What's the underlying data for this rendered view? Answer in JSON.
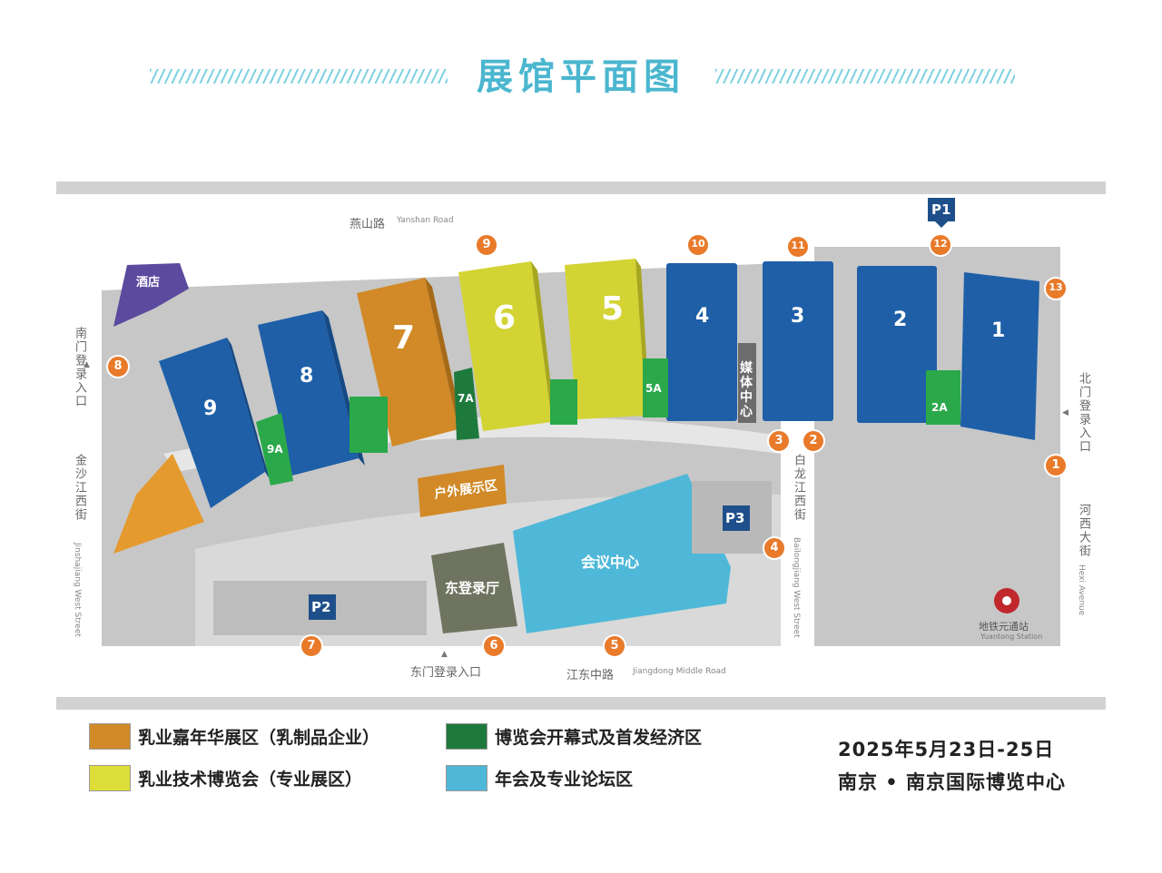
{
  "title": "展馆平面图",
  "roads": {
    "north_cn": "燕山路",
    "north_en": "Yanshan Road",
    "south_cn": "江东中路",
    "south_en": "Jiangdong Middle Road",
    "west_cn": "金沙江西街",
    "west_en": "Jinshajiang West Street",
    "middle_cn": "白龙江西街",
    "middle_en": "Bailongjiang West Street",
    "east_cn": "河西大街",
    "east_en": "Hexi Avenue"
  },
  "entrances": {
    "south_gate": "南门登录入口",
    "north_gate": "北门登录入口",
    "east_gate": "东门登录入口"
  },
  "halls": [
    {
      "label": "9",
      "zone": "blue"
    },
    {
      "label": "8",
      "zone": "blue"
    },
    {
      "label": "7",
      "zone": "orange"
    },
    {
      "label": "6",
      "zone": "yellow"
    },
    {
      "label": "5",
      "zone": "yellow"
    },
    {
      "label": "4",
      "zone": "blue"
    },
    {
      "label": "3",
      "zone": "blue"
    },
    {
      "label": "2",
      "zone": "blue"
    },
    {
      "label": "1",
      "zone": "blue"
    }
  ],
  "sub_halls": [
    "9A",
    "7A",
    "5A",
    "2A"
  ],
  "facilities": {
    "hotel": "酒店",
    "media_center": "媒体中心",
    "outdoor": "户外展示区",
    "conference": "会议中心",
    "east_hall": "东登录厅",
    "metro": "地铁元通站",
    "metro_en": "Yuantong Station"
  },
  "parking": [
    "P1",
    "P2",
    "P3"
  ],
  "gates": [
    "1",
    "2",
    "3",
    "4",
    "5",
    "6",
    "7",
    "8",
    "9",
    "10",
    "11",
    "12",
    "13"
  ],
  "legend": [
    {
      "label": "乳业嘉年华展区（乳制品企业）",
      "color": "#d18a27"
    },
    {
      "label": "博览会开幕式及首发经济区",
      "color": "#1e7a3c"
    },
    {
      "label": "乳业技术博览会（专业展区）",
      "color": "#dede38"
    },
    {
      "label": "年会及专业论坛区",
      "color": "#4fb8d8"
    }
  ],
  "event": {
    "date": "2025年5月23日-25日",
    "venue": "南京 • 南京国际博览中心"
  },
  "colors": {
    "blue": "#1e5fa8",
    "orange": "#d18a27",
    "yellow": "#d3d334",
    "green": "#2aa84a",
    "darkgreen": "#1e7a3c",
    "cyan": "#4fb8d8",
    "purple": "#5b4a9e",
    "gate": "#e87a2a",
    "road": "#c8c8c8"
  }
}
